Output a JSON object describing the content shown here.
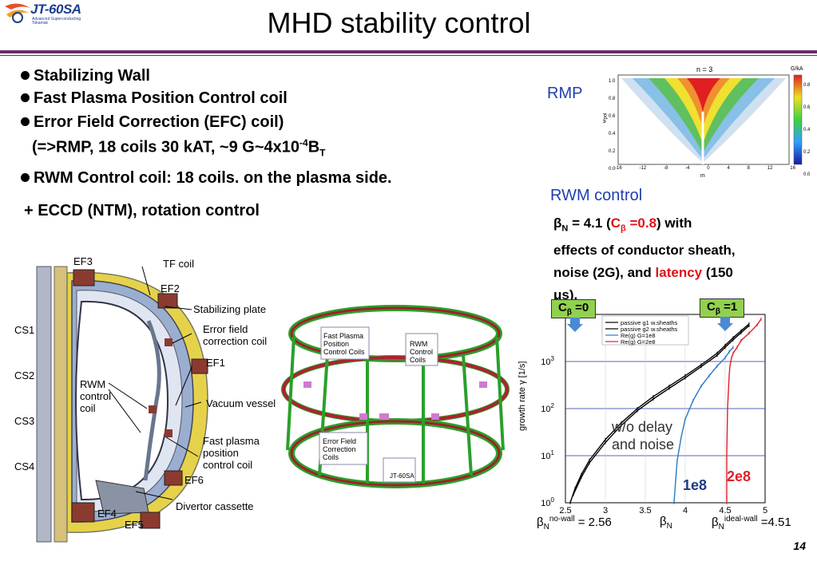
{
  "header": {
    "logo_text": "JT-60SA",
    "logo_subtext": "Advanced Superconducting Tokamak",
    "title": "MHD stability control"
  },
  "bullets": {
    "stabilizing_wall": "Stabilizing Wall",
    "fast_plasma_coil": "Fast Plasma Position Control coil",
    "efc_coil": "Error Field Correction (EFC) coil)",
    "rmp_prefix": "(=>RMP, 18 coils 30 kAT, ~9 G~4x10",
    "rmp_exp": "-4",
    "rmp_b": "B",
    "rmp_sub": "T",
    "rwm_coil": "RWM Control coil: 18 coils. on the plasma side.",
    "eccd": "+ ECCD (NTM), rotation control"
  },
  "cross_section": {
    "labels": {
      "ef3": "EF3",
      "tf_coil": "TF coil",
      "ef2": "EF2",
      "stabilizing_plate": "Stabilizing plate",
      "efc_1": "Error field",
      "efc_2": "correction coil",
      "ef1": "EF1",
      "rwm_1": "RWM",
      "rwm_2": "control",
      "rwm_3": "coil",
      "vacuum_vessel": "Vacuum vessel",
      "fpp_1": "Fast plasma",
      "fpp_2": "position",
      "fpp_3": "control coil",
      "ef6": "EF6",
      "divertor": "Divertor cassette",
      "ef4": "EF4",
      "ef5": "EF5",
      "cs1": "CS1",
      "cs2": "CS2",
      "cs3": "CS3",
      "cs4": "CS4"
    }
  },
  "coil_3d": {
    "labels": {
      "fpp_1": "Fast Plasma",
      "fpp_2": "Position",
      "fpp_3": "Control Coils",
      "rwm_1": "RWM",
      "rwm_2": "Control",
      "rwm_3": "Coils",
      "efc_1": "Error Field",
      "efc_2": "Correction",
      "efc_3": "Coils",
      "machine": "JT-60SA"
    }
  },
  "rmp_panel": {
    "label": "RMP",
    "plot_title": "n = 3",
    "colorbar_unit": "G/kA",
    "colorbar_ticks": [
      "0.8",
      "0.6",
      "0.4",
      "0.2",
      "0.0"
    ],
    "y_ticks": [
      "1.0",
      "0.8",
      "0.6",
      "0.4",
      "0.2",
      "0.0"
    ],
    "x_ticks": [
      "-16",
      "-12",
      "-8",
      "-4",
      "0",
      "4",
      "8",
      "12",
      "16"
    ],
    "xlabel": "m",
    "ylabel": "Ψpol"
  },
  "rwm_panel": {
    "label": "RWM control",
    "line1_beta": "β",
    "line1_sub": "N",
    "line1_a": " = 4.1 (",
    "line1_c": "C",
    "line1_cb": "β",
    "line1_red": " =0.8",
    "line1_b": ") with",
    "line2": "effects of conductor sheath,",
    "line3_a": "noise (2G), and ",
    "line3_red": "latency",
    "line3_b": " (150",
    "line4": "μs)."
  },
  "chart_data": {
    "type": "line",
    "ylabel": "growth rate  γ  [1/s]",
    "xlim": [
      2.5,
      5
    ],
    "ylim_log10": [
      0,
      4
    ],
    "scale": "log-y",
    "x_ticks": [
      "2.5",
      "3",
      "3.5",
      "4",
      "4.5",
      "5"
    ],
    "y_ticks": [
      "10^0",
      "10^1",
      "10^2",
      "10^3"
    ],
    "legend": [
      "passive g1 w.sheaths",
      "passive g2 w.sheaths",
      "Re(g) G=1e8",
      "Re(g) G=2e8"
    ],
    "series": [
      {
        "name": "passive g1 w.sheaths",
        "color": "#000000",
        "x": [
          2.56,
          2.62,
          2.7,
          2.8,
          3.0,
          3.2,
          3.4,
          3.6,
          3.8,
          4.0,
          4.2,
          4.4,
          4.5,
          4.6,
          4.7,
          4.8
        ],
        "y": [
          1,
          2,
          4,
          8,
          22,
          50,
          100,
          180,
          300,
          500,
          850,
          1500,
          2200,
          3200,
          4500,
          6300
        ]
      },
      {
        "name": "passive g2 w.sheaths",
        "color": "#000000",
        "x": [
          2.6,
          2.7,
          2.8,
          3.0,
          3.2,
          3.4,
          3.6,
          3.8,
          4.0,
          4.2,
          4.4,
          4.5,
          4.6,
          4.7,
          4.8
        ],
        "y": [
          1.5,
          3.5,
          7,
          19,
          44,
          90,
          160,
          270,
          450,
          780,
          1350,
          2000,
          2900,
          4100,
          5800
        ]
      },
      {
        "name": "Re(g) G=1e8",
        "color": "#2878c8",
        "x": [
          3.86,
          3.88,
          3.9,
          3.95,
          4.0,
          4.1,
          4.2,
          4.3,
          4.4,
          4.5,
          4.55,
          4.6
        ],
        "y": [
          1,
          3,
          8,
          25,
          60,
          150,
          300,
          500,
          800,
          1200,
          1600,
          2000
        ]
      },
      {
        "name": "Re(g) G=2e8",
        "color": "#e0202a",
        "x": [
          4.52,
          4.52,
          4.53,
          4.55,
          4.56,
          4.58,
          4.6,
          4.65,
          4.7,
          4.8,
          4.9,
          4.95
        ],
        "y": [
          1,
          10,
          100,
          500,
          800,
          1200,
          1500,
          2000,
          2800,
          4000,
          6000,
          8000
        ]
      }
    ],
    "annotations": {
      "no_delay_1": "w/o delay",
      "no_delay_2": "and noise",
      "lab_1e8": "1e8",
      "lab_2e8": "2e8",
      "c0_c": "C",
      "c0_beta": "β",
      "c0_val": " =0",
      "c1_c": "C",
      "c1_beta": "β",
      "c1_val": " =1",
      "nowall_beta": "β",
      "nowall_sub": "N",
      "nowall_sup": "no-wall",
      "nowall_val": " = 2.56",
      "betaN_beta": "β",
      "betaN_sub": "N",
      "ideal_beta": "β",
      "ideal_sub": "N",
      "ideal_sup": "ideal-wall",
      "ideal_val": " =4.51"
    }
  },
  "footer": {
    "page_number": "14"
  }
}
